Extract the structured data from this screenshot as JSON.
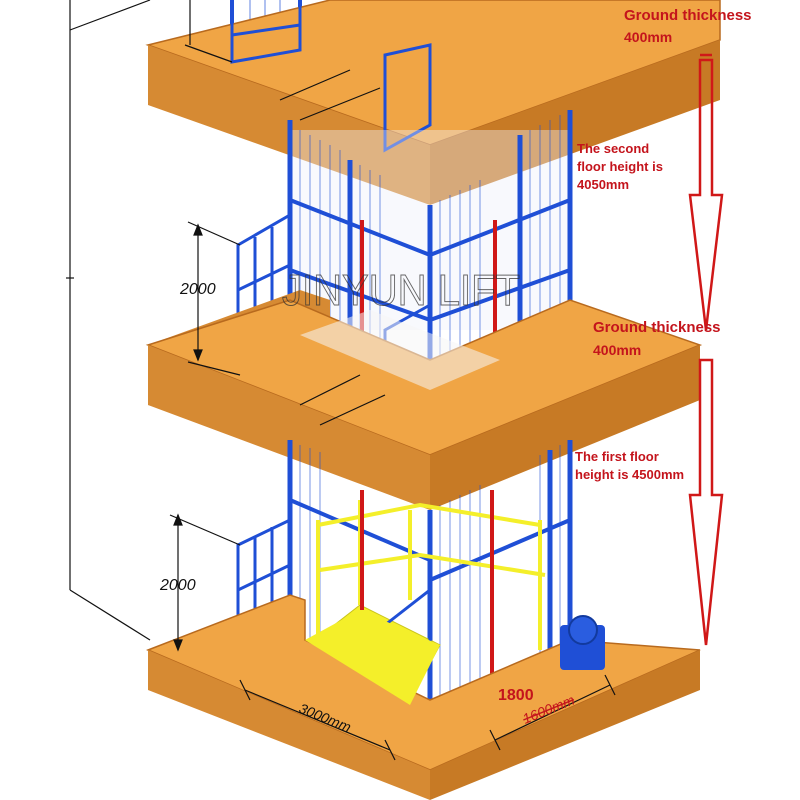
{
  "watermark": "JINYUN LIFT",
  "annotations": {
    "ground_thickness_top": {
      "line1": "Ground thickness",
      "line2": "400mm"
    },
    "second_floor_height": {
      "line1": "The second",
      "line2": "floor height is",
      "line3": "4050mm"
    },
    "ground_thickness_mid": {
      "line1": "Ground thickness",
      "line2": "400mm"
    },
    "first_floor_height": {
      "line1": "The first floor",
      "line2": "height is 4500mm"
    }
  },
  "dimensions": {
    "fence_height_upper": "2000",
    "fence_height_lower": "2000",
    "platform_length": "3000mm",
    "platform_width_new": "1800",
    "platform_width_old": "1600mm"
  },
  "colors": {
    "frame": "#1f4fd6",
    "rail": "#d01818",
    "floor_top": "#f0a545",
    "floor_edge": "#c97a26",
    "platform": "#f4ef2a",
    "annotation": "#c4141c",
    "dim": "#111111"
  }
}
